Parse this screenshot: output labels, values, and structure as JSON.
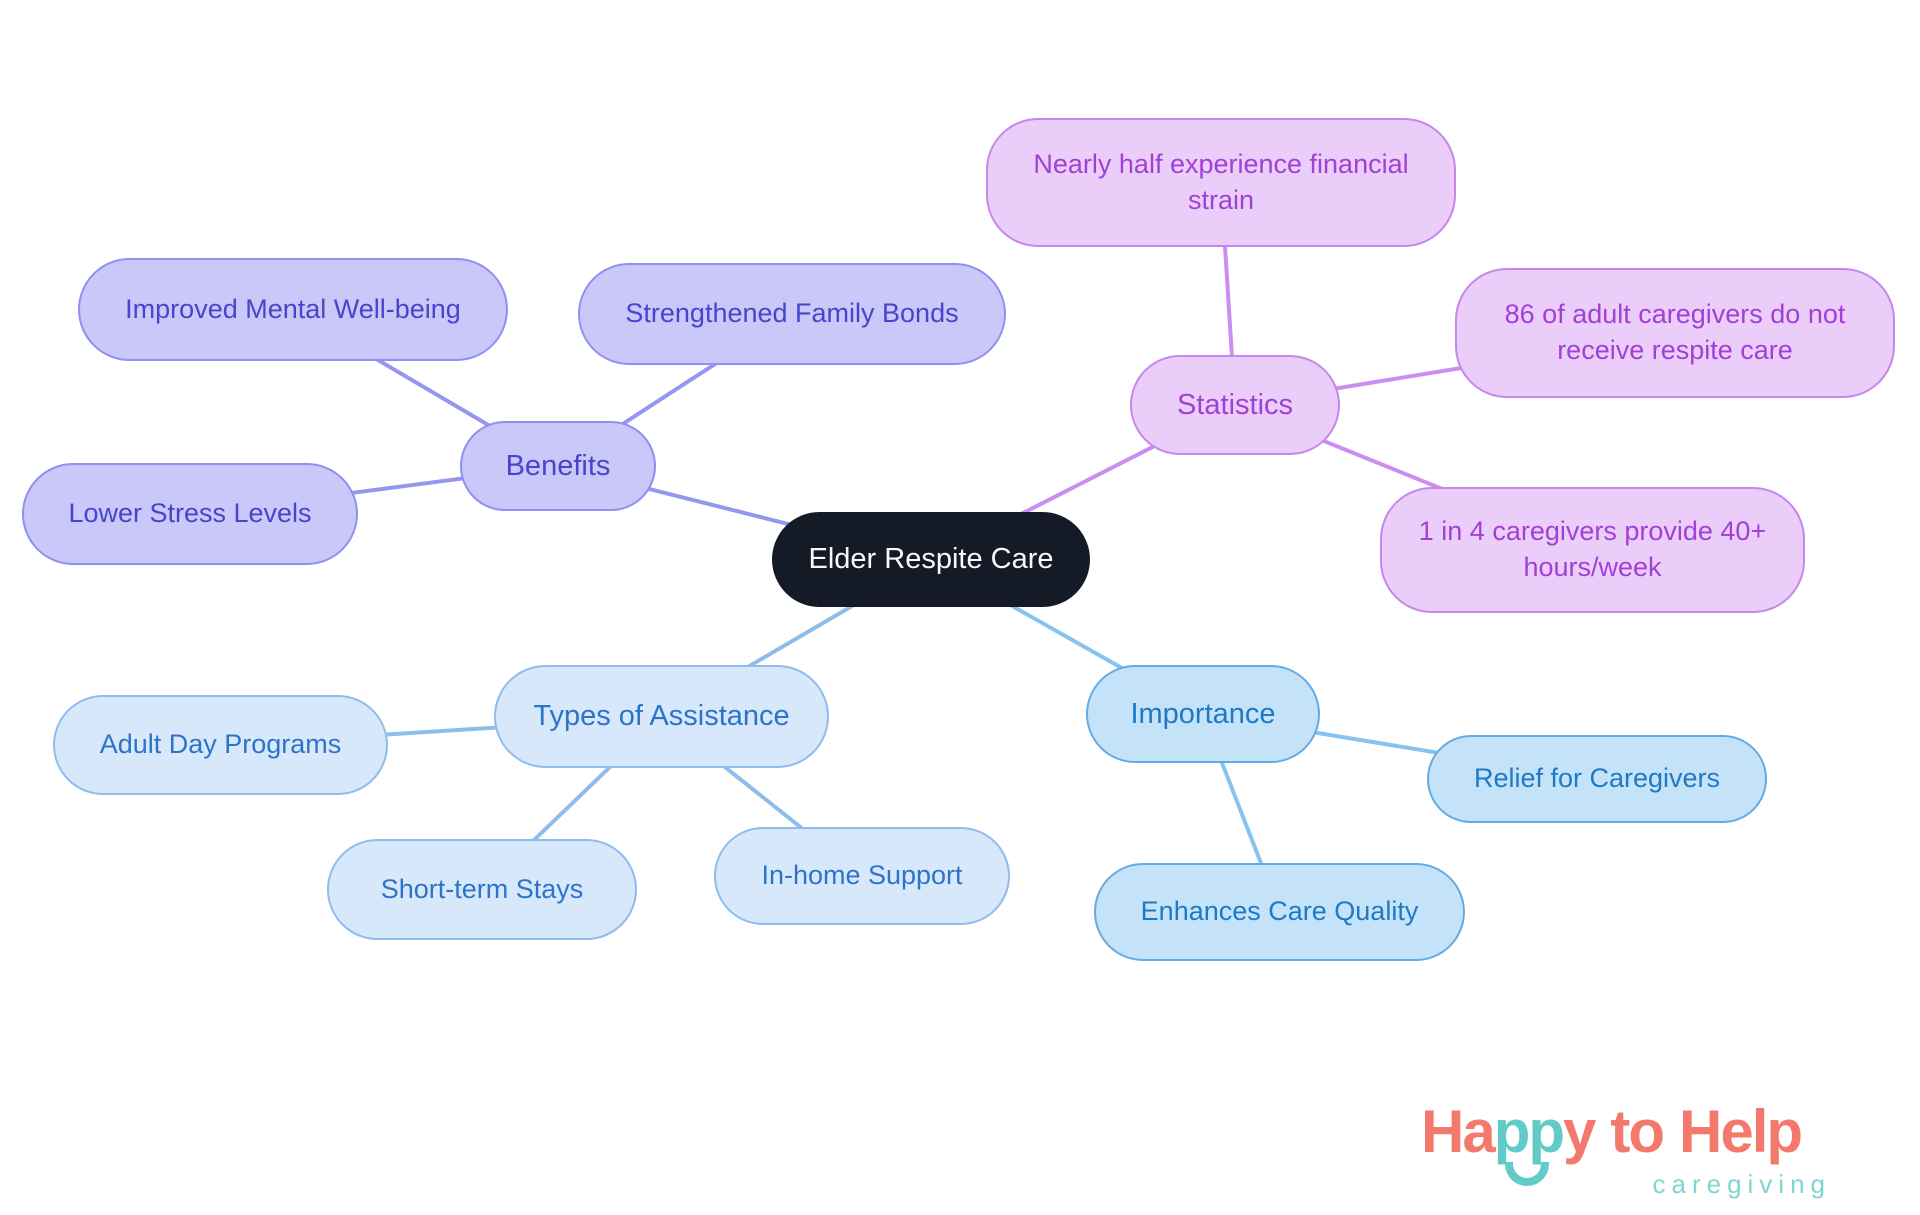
{
  "map": {
    "central": "Elder Respite Care",
    "benefits": {
      "label": "Benefits",
      "children": {
        "improved": "Improved Mental Well-being",
        "strengthened": "Strengthened Family Bonds",
        "lower": "Lower Stress Levels"
      }
    },
    "statistics": {
      "label": "Statistics",
      "children": {
        "financial": "Nearly half experience financial\nstrain",
        "respite86": "86 of adult caregivers do not\nreceive respite care",
        "hours40": "1 in 4 caregivers provide 40+\nhours/week"
      }
    },
    "types": {
      "label": "Types of Assistance",
      "children": {
        "adult_day": "Adult Day Programs",
        "short_term": "Short-term Stays",
        "in_home": "In-home Support"
      }
    },
    "importance": {
      "label": "Importance",
      "children": {
        "relief": "Relief for Caregivers",
        "quality": "Enhances Care Quality"
      }
    }
  },
  "colors": {
    "central_bg": "#141B27",
    "central_text": "#F7F8FA",
    "benefits_fill": "#C9C8F8",
    "benefits_border": "#8F90F1",
    "benefits_text": "#4745CB",
    "benefits_edge": "#9597EF",
    "statistics_fill": "#EBCDF9",
    "statistics_border": "#C687EC",
    "statistics_text": "#A13FD6",
    "statistics_edge": "#CB8EF0",
    "types_fill": "#D8E8FB",
    "types_border": "#90BBEC",
    "types_text": "#2D73C9",
    "types_edge": "#8CBDEB",
    "importance_fill": "#C4E3F9",
    "importance_border": "#63ABE5",
    "importance_text": "#1E7AC6",
    "importance_edge": "#87C3F0",
    "logo_coral": "#F4796D",
    "logo_teal": "#62CBC7",
    "logo_teal_light": "#7FD6D0"
  },
  "logo": {
    "part1": "Ha",
    "part2": "pp",
    "part3": "y",
    "part4": "to",
    "part5": "Help",
    "subtitle": "caregiving"
  }
}
